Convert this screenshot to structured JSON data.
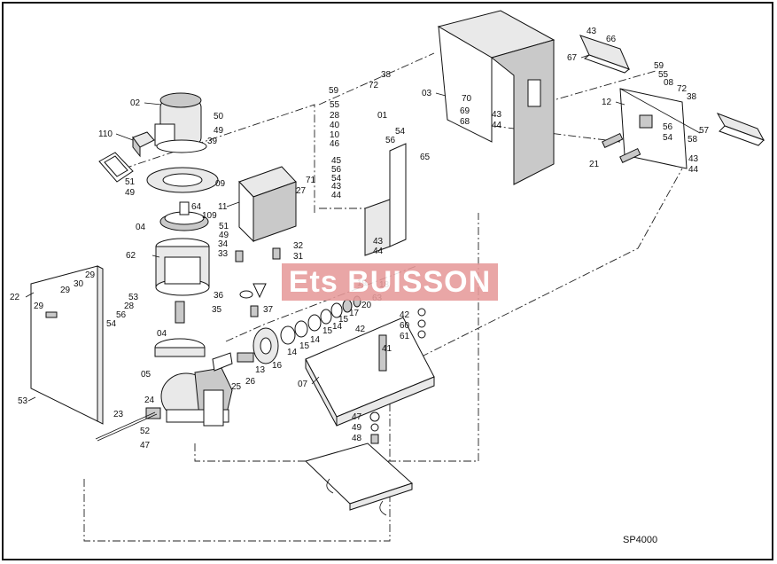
{
  "watermark": "Ets BUISSON",
  "drawing_code": "SP4000",
  "labels": [
    {
      "id": "l02",
      "text": "02"
    },
    {
      "id": "l110",
      "text": "110"
    },
    {
      "id": "l50",
      "text": "50"
    },
    {
      "id": "l49a",
      "text": "49"
    },
    {
      "id": "l39",
      "text": "39"
    },
    {
      "id": "l51a",
      "text": "51"
    },
    {
      "id": "l49b",
      "text": "49"
    },
    {
      "id": "l09",
      "text": "09"
    },
    {
      "id": "l64",
      "text": "64"
    },
    {
      "id": "l04a",
      "text": "04"
    },
    {
      "id": "l109",
      "text": "109"
    },
    {
      "id": "l51b",
      "text": "51"
    },
    {
      "id": "l49c",
      "text": "49"
    },
    {
      "id": "l62",
      "text": "62"
    },
    {
      "id": "l04b",
      "text": "04"
    },
    {
      "id": "l05",
      "text": "05"
    },
    {
      "id": "l11",
      "text": "11"
    },
    {
      "id": "l27",
      "text": "27"
    },
    {
      "id": "l71",
      "text": "71"
    },
    {
      "id": "l34",
      "text": "34"
    },
    {
      "id": "l33",
      "text": "33"
    },
    {
      "id": "l32",
      "text": "32"
    },
    {
      "id": "l31",
      "text": "31"
    },
    {
      "id": "l36",
      "text": "36"
    },
    {
      "id": "l35",
      "text": "35"
    },
    {
      "id": "l37",
      "text": "37"
    },
    {
      "id": "l59a",
      "text": "59"
    },
    {
      "id": "l55a",
      "text": "55"
    },
    {
      "id": "l28a",
      "text": "28"
    },
    {
      "id": "l40",
      "text": "40"
    },
    {
      "id": "l10",
      "text": "10"
    },
    {
      "id": "l46",
      "text": "46"
    },
    {
      "id": "l45",
      "text": "45"
    },
    {
      "id": "l56a",
      "text": "56"
    },
    {
      "id": "l54a",
      "text": "54"
    },
    {
      "id": "l43a",
      "text": "43"
    },
    {
      "id": "l44a",
      "text": "44"
    },
    {
      "id": "l72a",
      "text": "72"
    },
    {
      "id": "l38a",
      "text": "38"
    },
    {
      "id": "l01",
      "text": "01"
    },
    {
      "id": "l54b",
      "text": "54"
    },
    {
      "id": "l56b",
      "text": "56"
    },
    {
      "id": "l65",
      "text": "65"
    },
    {
      "id": "l43b",
      "text": "43"
    },
    {
      "id": "l44b",
      "text": "44"
    },
    {
      "id": "l03",
      "text": "03"
    },
    {
      "id": "l70",
      "text": "70"
    },
    {
      "id": "l69",
      "text": "69"
    },
    {
      "id": "l68",
      "text": "68"
    },
    {
      "id": "l43c",
      "text": "43"
    },
    {
      "id": "l44c",
      "text": "44"
    },
    {
      "id": "l43d",
      "text": "43"
    },
    {
      "id": "l66",
      "text": "66"
    },
    {
      "id": "l67",
      "text": "67"
    },
    {
      "id": "l59b",
      "text": "59"
    },
    {
      "id": "l55b",
      "text": "55"
    },
    {
      "id": "l08",
      "text": "08"
    },
    {
      "id": "l72b",
      "text": "72"
    },
    {
      "id": "l38b",
      "text": "38"
    },
    {
      "id": "l12",
      "text": "12"
    },
    {
      "id": "l56c",
      "text": "56"
    },
    {
      "id": "l54c",
      "text": "54"
    },
    {
      "id": "l57",
      "text": "57"
    },
    {
      "id": "l58",
      "text": "58"
    },
    {
      "id": "l21",
      "text": "21"
    },
    {
      "id": "l43e",
      "text": "43"
    },
    {
      "id": "l44d",
      "text": "44"
    },
    {
      "id": "l22",
      "text": "22"
    },
    {
      "id": "l29a",
      "text": "29"
    },
    {
      "id": "l29b",
      "text": "29"
    },
    {
      "id": "l30",
      "text": "30"
    },
    {
      "id": "l29c",
      "text": "29"
    },
    {
      "id": "l53a",
      "text": "53"
    },
    {
      "id": "l28b",
      "text": "28"
    },
    {
      "id": "l56d",
      "text": "56"
    },
    {
      "id": "l54d",
      "text": "54"
    },
    {
      "id": "l53b",
      "text": "53"
    },
    {
      "id": "l19",
      "text": "19"
    },
    {
      "id": "l18",
      "text": "18"
    },
    {
      "id": "l63",
      "text": "63"
    },
    {
      "id": "l20",
      "text": "20"
    },
    {
      "id": "l17",
      "text": "17"
    },
    {
      "id": "l15a",
      "text": "15"
    },
    {
      "id": "l15b",
      "text": "15"
    },
    {
      "id": "l14a",
      "text": "14"
    },
    {
      "id": "l14b",
      "text": "14"
    },
    {
      "id": "l15c",
      "text": "15"
    },
    {
      "id": "l14c",
      "text": "14"
    },
    {
      "id": "l16",
      "text": "16"
    },
    {
      "id": "l13",
      "text": "13"
    },
    {
      "id": "l25",
      "text": "25"
    },
    {
      "id": "l26",
      "text": "26"
    },
    {
      "id": "l07",
      "text": "07"
    },
    {
      "id": "l42a",
      "text": "42"
    },
    {
      "id": "l41",
      "text": "41"
    },
    {
      "id": "l42b",
      "text": "42"
    },
    {
      "id": "l60",
      "text": "60"
    },
    {
      "id": "l61",
      "text": "61"
    },
    {
      "id": "l47a",
      "text": "47"
    },
    {
      "id": "l49d",
      "text": "49"
    },
    {
      "id": "l48",
      "text": "48"
    },
    {
      "id": "l24",
      "text": "24"
    },
    {
      "id": "l23",
      "text": "23"
    },
    {
      "id": "l52",
      "text": "52"
    },
    {
      "id": "l47b",
      "text": "47"
    }
  ]
}
